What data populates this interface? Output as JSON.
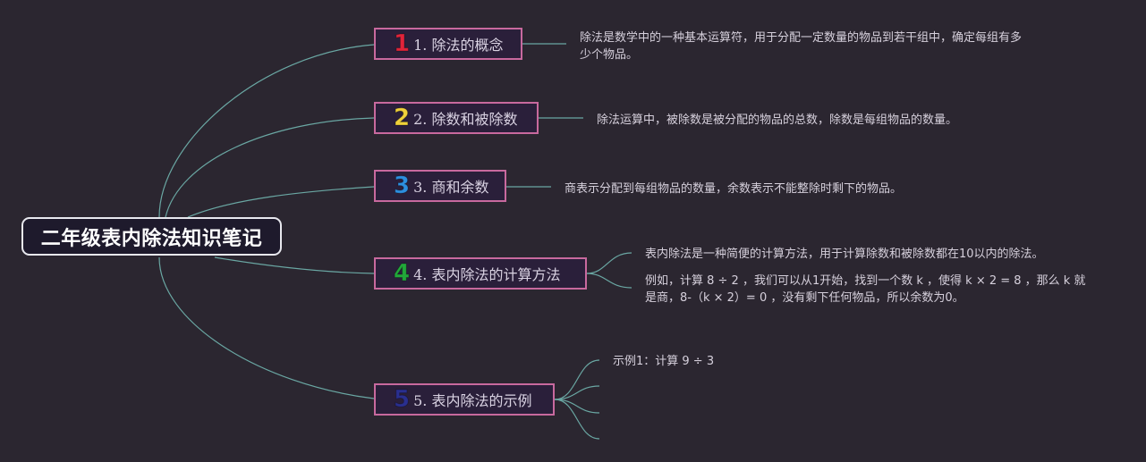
{
  "colors": {
    "background": "#2b2630",
    "line": "#6aa7a3",
    "topic_border": "#c8699e",
    "n1": "#e0243a",
    "n2": "#f0d23a",
    "n3": "#2d8fe0",
    "n4": "#22a83a",
    "n5": "#2a2f8f"
  },
  "root": {
    "title": "二年级表内除法知识笔记"
  },
  "topics": [
    {
      "num": "1",
      "label": "1. 除法的概念"
    },
    {
      "num": "2",
      "label": "2. 除数和被除数"
    },
    {
      "num": "3",
      "label": "3. 商和余数"
    },
    {
      "num": "4",
      "label": "4. 表内除法的计算方法"
    },
    {
      "num": "5",
      "label": "5. 表内除法的示例"
    }
  ],
  "notes": {
    "t1": "除法是数学中的一种基本运算符，用于分配一定数量的物品到若干组中，确定每组有多少个物品。",
    "t2": "除法运算中，被除数是被分配的物品的总数，除数是每组物品的数量。",
    "t3": "商表示分配到每组物品的数量，余数表示不能整除时剩下的物品。",
    "t4a": "表内除法是一种简便的计算方法，用于计算除数和被除数都在10以内的除法。",
    "t4b": "例如，计算 8 ÷ 2 ，我们可以从1开始，找到一个数 k ，使得 k × 2 = 8 ，那么 k 就是商，8-（k × 2）= 0 ，没有剩下任何物品，所以余数为0。",
    "t5a": "示例1：计算 9 ÷ 3"
  }
}
